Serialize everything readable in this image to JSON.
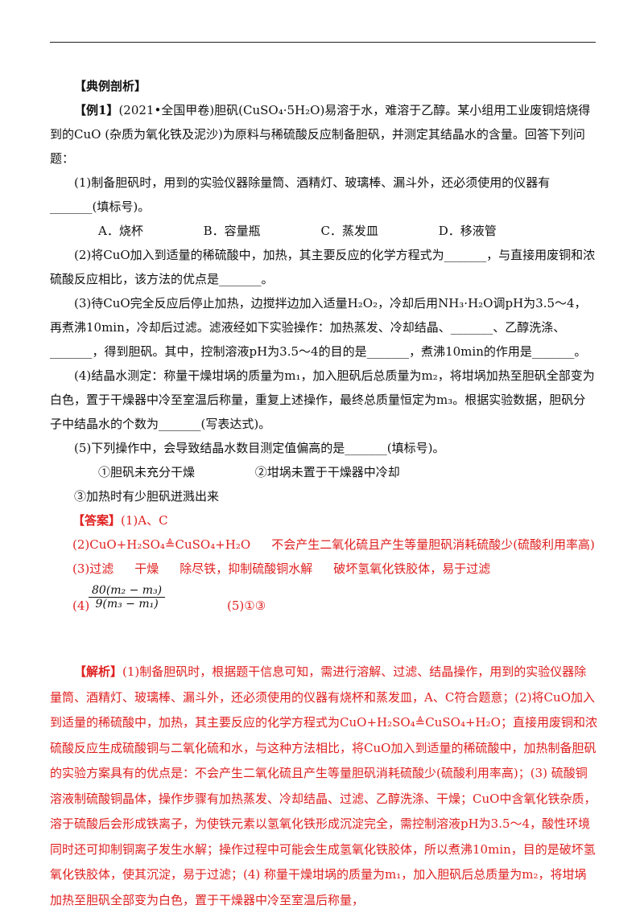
{
  "section_title": "【典例剖析】",
  "example": {
    "label": "【例1】",
    "text": "(2021•全国甲卷)胆矾(CuSO₄·5H₂O)易溶于水，难溶于乙醇。某小组用工业废铜焙烧得到的CuO (杂质为氧化铁及泥沙)为原料与稀硫酸反应制备胆矾，并测定其结晶水的含量。回答下列问题："
  },
  "q1": "(1)制备胆矾时，用到的实验仪器除量筒、酒精灯、玻璃棒、漏斗外，还必须使用的仪器有_______(填标号)。",
  "options": [
    "A．烧杯",
    "B．容量瓶",
    "C．蒸发皿",
    "D．移液管"
  ],
  "q2": "(2)将CuO加入到适量的稀硫酸中，加热，其主要反应的化学方程式为_______，与直接用废铜和浓硫酸反应相比，该方法的优点是_______。",
  "q3": "(3)待CuO完全反应后停止加热，边搅拌边加入适量H₂O₂，冷却后用NH₃·H₂O调pH为3.5～4，再煮沸10min，冷却后过滤。滤液经如下实验操作：加热蒸发、冷却结晶、_______、乙醇洗涤、_______，得到胆矾。其中，控制溶液pH为3.5～4的目的是_______，煮沸10min的作用是_______。",
  "q4": "(4)结晶水测定：称量干燥坩埚的质量为m₁，加入胆矾后总质量为m₂，将坩埚加热至胆矾全部变为白色，置于干燥器中冷至室温后称量，重复上述操作，最终总质量恒定为m₃。根据实验数据，胆矾分子中结晶水的个数为_______(写表达式)。",
  "q5": "(5)下列操作中，会导致结晶水数目测定值偏高的是_______(填标号)。",
  "q5_options": [
    "①胆矾未充分干燥",
    "②坩埚未置于干燥器中冷却",
    "③加热时有少胆矾迸溅出来"
  ],
  "answer": {
    "label": "【答案】",
    "a1": "(1)A、C",
    "a2_eq": "(2)CuO+H₂SO₄≜CuSO₄+H₂O",
    "a2_adv": "不会产生二氧化硫且产生等量胆矾消耗硫酸少(硫酸利用率高)",
    "a3": [
      "(3)过滤",
      "干燥",
      "除尽铁，抑制硫酸铜水解",
      "破坏氢氧化铁胶体，易于过滤"
    ],
    "a4_label": "(4)",
    "a4_num": "80(m₂ − m₃)",
    "a4_den": "9(m₃ − m₁)",
    "a5": "(5)①③"
  },
  "analysis": {
    "label": "【解析】",
    "text": "(1)制备胆矾时，根据题干信息可知，需进行溶解、过滤、结晶操作，用到的实验仪器除量筒、酒精灯、玻璃棒、漏斗外，还必须使用的仪器有烧杯和蒸发皿，A、C符合题意；(2)将CuO加入到适量的稀硫酸中，加热，其主要反应的化学方程式为CuO+H₂SO₄≜CuSO₄+H₂O；直接用废铜和浓硫酸反应生成硫酸铜与二氧化硫和水，与这种方法相比，将CuO加入到适量的稀硫酸中，加热制备胆矾的实验方案具有的优点是：不会产生二氧化硫且产生等量胆矾消耗硫酸少(硫酸利用率高)；(3) 硫酸铜溶液制硫酸铜晶体，操作步骤有加热蒸发、冷却结晶、过滤、乙醇洗涤、干燥；CuO中含氧化铁杂质，溶于硫酸后会形成铁离子，为使铁元素以氢氧化铁形成沉淀完全，需控制溶液pH为3.5～4，酸性环境同时还可抑制铜离子发生水解；操作过程中可能会生成氢氧化铁胶体，所以煮沸10min，目的是破坏氢氧化铁胶体，使其沉淀，易于过滤；(4) 称量干燥坩埚的质量为m₁，加入胆矾后总质量为m₂，将坩埚加热至胆矾全部变为白色，置于干燥器中冷至室温后称量，"
  },
  "colors": {
    "accent": "#e02020",
    "text": "#111111"
  }
}
